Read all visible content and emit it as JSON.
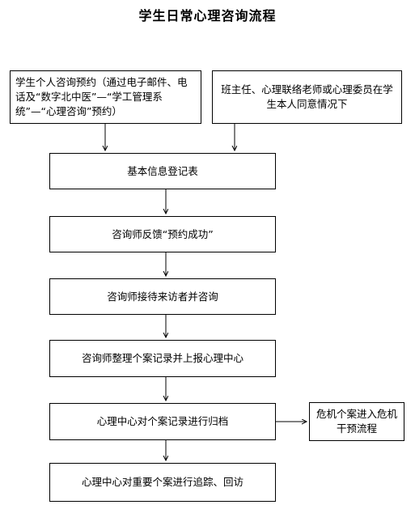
{
  "title": "学生日常心理咨询流程",
  "nodes": {
    "student_booking": "学生个人咨询预约（通过电子邮件、电话及“数字北中医”—“学工管理系统”—“心理咨询”预约）",
    "staff_referral": "班主任、心理联络老师或心理委员在学生本人同意情况下",
    "registration": "基本信息登记表",
    "feedback": "咨询师反馈“预约成功”",
    "reception": "咨询师接待来访者并咨询",
    "record_report": "咨询师整理个案记录并上报心理中心",
    "archive": "心理中心对个案记录进行归档",
    "crisis": "危机个案进入危机干预流程",
    "follow_up": "心理中心对重要个案进行追踪、回访"
  },
  "colors": {
    "line": "#000000",
    "box_border": "#000000",
    "background": "#ffffff"
  }
}
